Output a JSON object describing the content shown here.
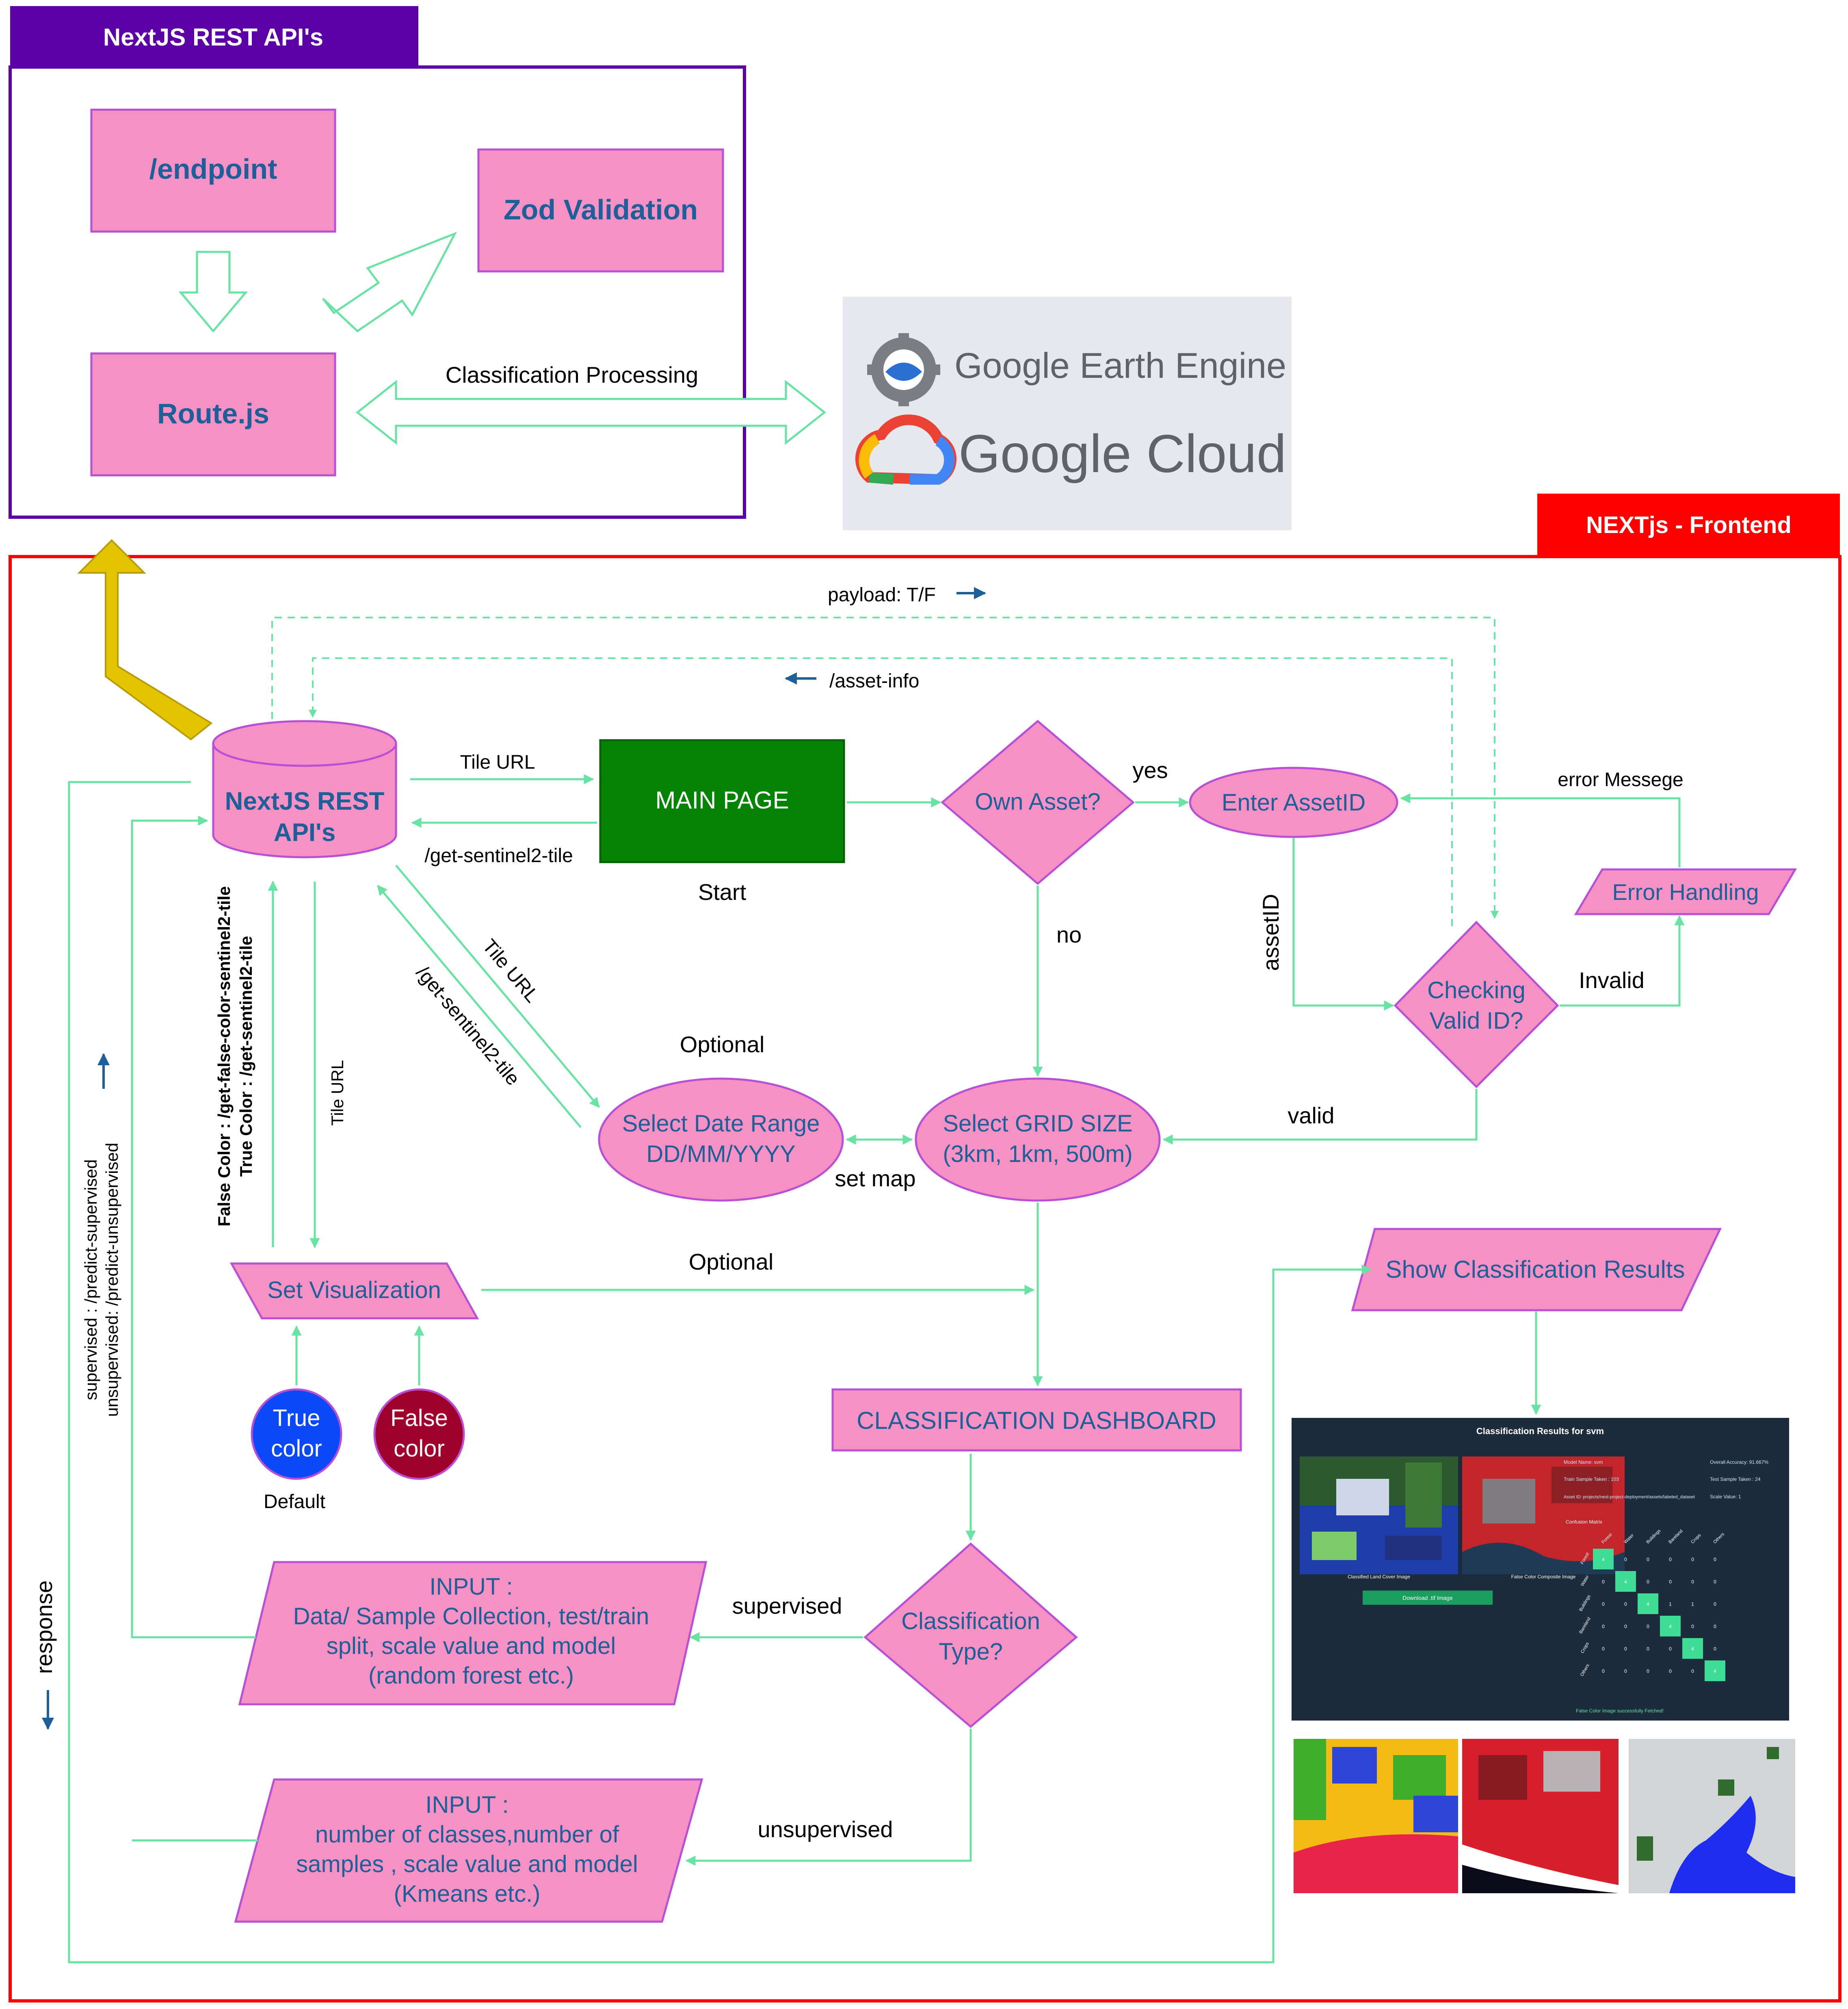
{
  "backend": {
    "title": "NextJS REST API's",
    "endpoint": "/endpoint",
    "zod": "Zod Validation",
    "route": "Route.js",
    "processing": "Classification Processing"
  },
  "google": {
    "earth_engine": "Google Earth Engine",
    "cloud": "Google Cloud"
  },
  "frontend": {
    "title": "NEXTjs - Frontend",
    "payload": "payload: T/F",
    "asset_info": "/asset-info",
    "api_line1": "NextJS REST",
    "api_line2": "API's",
    "tile_url": "Tile URL",
    "get_tile": "/get-sentinel2-tile",
    "main_page": "MAIN PAGE",
    "start": "Start",
    "own_asset": "Own Asset?",
    "yes": "yes",
    "no": "no",
    "enter_asset": "Enter AssetID",
    "error_msg": "error Messege",
    "error_handling": "Error Handling",
    "asset_id": "assetID",
    "invalid": "Invalid",
    "checking1": "Checking",
    "checking2": "Valid ID?",
    "valid": "valid",
    "diag_tile_url": "Tile URL",
    "diag_get_tile": "/get-sentinel2-tile",
    "optional_top": "Optional",
    "date1": "Select Date Range",
    "date2": "DD/MM/YYYY",
    "set_map": "set map",
    "grid1": "Select GRID SIZE",
    "grid2": "(3km, 1km, 500m)",
    "false_color_route": "False Color : /get-false-color-sentinel2-tile",
    "true_color_route": "True Color : /get-sentinel2-tile",
    "vert_tile_url": "Tile URL",
    "supervised_route": "supervised : /predict-supervised",
    "unsupervised_route": "unsupervised: /predict-unsupervised",
    "response": "response",
    "set_vis": "Set Visualization",
    "optional_mid": "Optional",
    "true_color1": "True",
    "true_color2": "color",
    "false_color1": "False",
    "false_color2": "color",
    "default": "Default",
    "dashboard": "CLASSIFICATION DASHBOARD",
    "show_results": "Show Classification Results",
    "class_type1": "Classification",
    "class_type2": "Type?",
    "supervised": "supervised",
    "unsupervised": "unsupervised",
    "input_sup": [
      "INPUT :",
      "Data/ Sample Collection, test/train",
      "split, scale value and model",
      "(random forest etc.)"
    ],
    "input_unsup": [
      "INPUT :",
      "number of classes,number of",
      "samples , scale value and model",
      "(Kmeans etc.)"
    ]
  },
  "results_panel": {
    "title": "Classification Results for svm",
    "fields": [
      "Model Name: svm",
      "Train Sample Taken : 103",
      "Asset ID: projects/next-project-deployment/assets/labeled_dataset",
      "Overall Accuracy: 91.667%",
      "Test Sample Taken : 24",
      "Scale Value: 1"
    ],
    "confusion_label": "Confusion Matrix",
    "classes": [
      "Forest",
      "Water",
      "Buildings",
      "Bareland",
      "Crops",
      "Others"
    ],
    "matrix": [
      [
        4,
        0,
        0,
        0,
        0,
        0
      ],
      [
        0,
        4,
        0,
        0,
        0,
        0
      ],
      [
        0,
        0,
        4,
        1,
        1,
        0
      ],
      [
        0,
        0,
        0,
        4,
        0,
        0
      ],
      [
        0,
        0,
        0,
        0,
        4,
        0
      ],
      [
        0,
        0,
        0,
        0,
        0,
        4
      ]
    ],
    "img1_caption": "Classified Land Cover Image",
    "img2_caption": "False Color Composite Image",
    "download": "Download .tif Image",
    "success": "False Color Image successfully Fetched!"
  },
  "colors": {
    "node_fill": "#f691c4",
    "node_stroke": "#b84fd6",
    "arrow": "#69e3a4",
    "backend_header": "#5a00a6",
    "frontend_header": "#ff0000",
    "main_page": "#058305",
    "true_color": "#0b48f6",
    "false_color": "#a0002c",
    "yellow_arrow": "#e3c400",
    "text_blue": "#1f5f99"
  }
}
